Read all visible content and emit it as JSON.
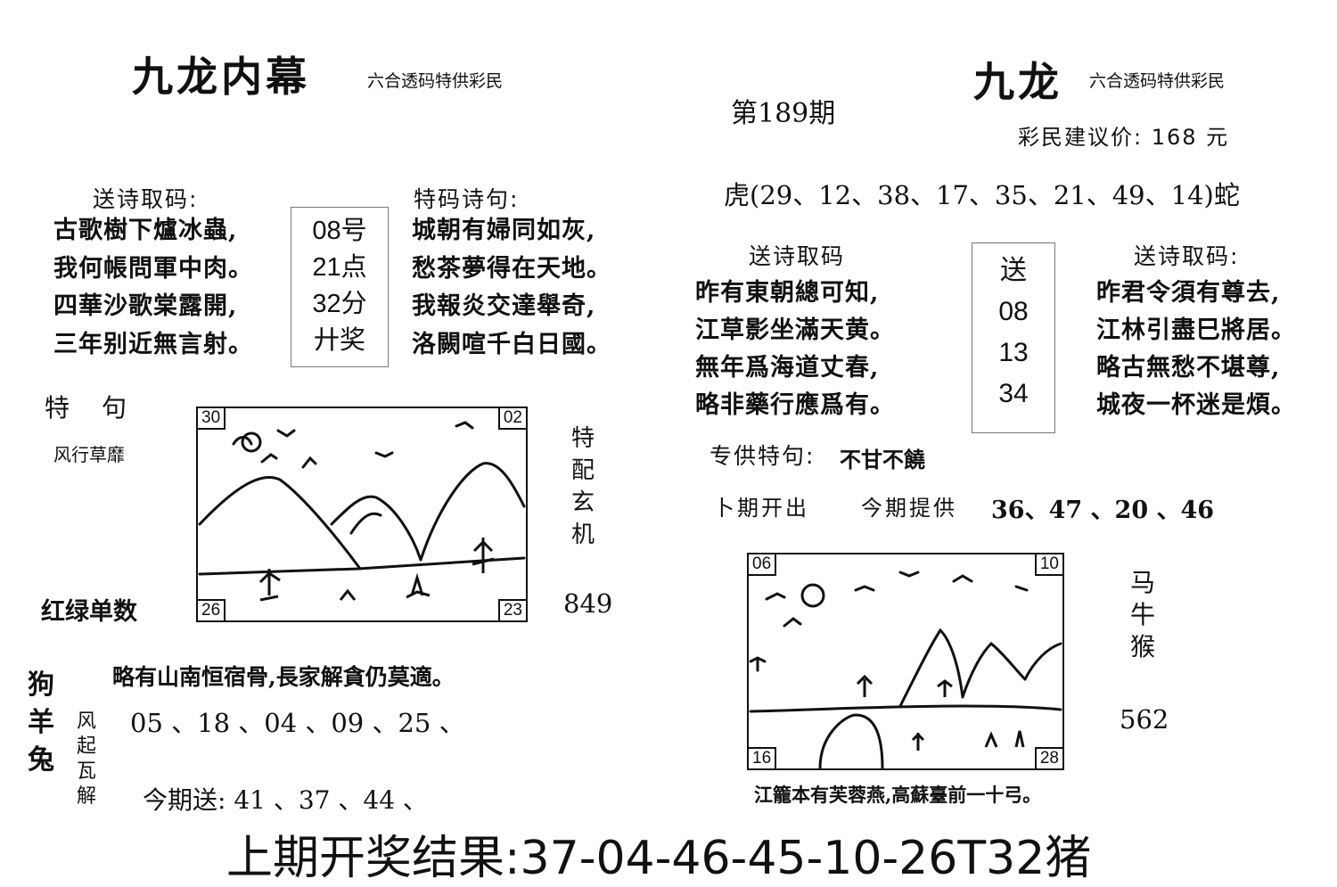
{
  "left": {
    "title": "九龙内幕",
    "subtitle": "六合透码特供彩民",
    "poem_label": "送诗取码:",
    "poem_lines": [
      "古歌樹下爐冰蟲,",
      "我何帳問軍中肉。",
      "四華沙歌棠露開,",
      "三年别近無言射。"
    ],
    "box_lines": [
      "08号",
      "21点",
      "32分",
      "廾奖"
    ],
    "special_label": "特码诗句:",
    "special_lines": [
      "城朝有婦同如灰,",
      "愁茶夢得在天地。",
      "我報炎交達舉奇,",
      "洛闕喧千白日國。"
    ],
    "te_ju_label": "特　句",
    "te_ju_text": "风行草靡",
    "pic_corners": {
      "tl": "30",
      "tr": "02",
      "bl": "26",
      "br": "23"
    },
    "side_vertical": [
      "特",
      "配",
      "玄",
      "机"
    ],
    "red_green": "红绿单数",
    "num_849": "849",
    "animals": [
      "狗",
      "羊",
      "兔"
    ],
    "feng_vertical": [
      "风",
      "起",
      "瓦",
      "解"
    ],
    "poem_line2": "略有山南恒宿骨,長家解貪仍莫適。",
    "nums_line": "05 、18 、04 、09 、25 、",
    "send_line": "今期送: 41 、37 、44 、"
  },
  "center": {
    "issue": "第189期"
  },
  "right": {
    "title": "九龙",
    "subtitle": "六合透码特供彩民",
    "price": "彩民建议价: 168 元",
    "tiger_line": "虎(29、12、38、17、35、21、49、14)蛇",
    "poem_label_a": "送诗取码",
    "poem_a": [
      "昨有東朝總可知,",
      "江草影坐滿天黄。",
      "無年爲海道丈春,",
      "略非藥行應爲有。"
    ],
    "box_lines": [
      "送",
      "08",
      "13",
      "34"
    ],
    "poem_label_b": "送诗取码:",
    "poem_b": [
      "昨君令須有尊去,",
      "江林引盡巳將居。",
      "略古無愁不堪尊,",
      "城夜一杯迷是煩。"
    ],
    "special_label": "专供特句:",
    "special_text": "不甘不饒",
    "last_label": "卜期开出",
    "this_label": "今期提供",
    "this_nums": "36、47 、20 、46",
    "pic_corners": {
      "tl": "06",
      "tr": "10",
      "bl": "16",
      "br": "28"
    },
    "side_vertical": [
      "马",
      "牛",
      "猴"
    ],
    "num_562": "562",
    "caption": "江籠本有芙蓉燕,高蘇臺前一十弓。"
  },
  "footer": {
    "result": "上期开奖结果:37-04-46-45-10-26T32猪"
  }
}
